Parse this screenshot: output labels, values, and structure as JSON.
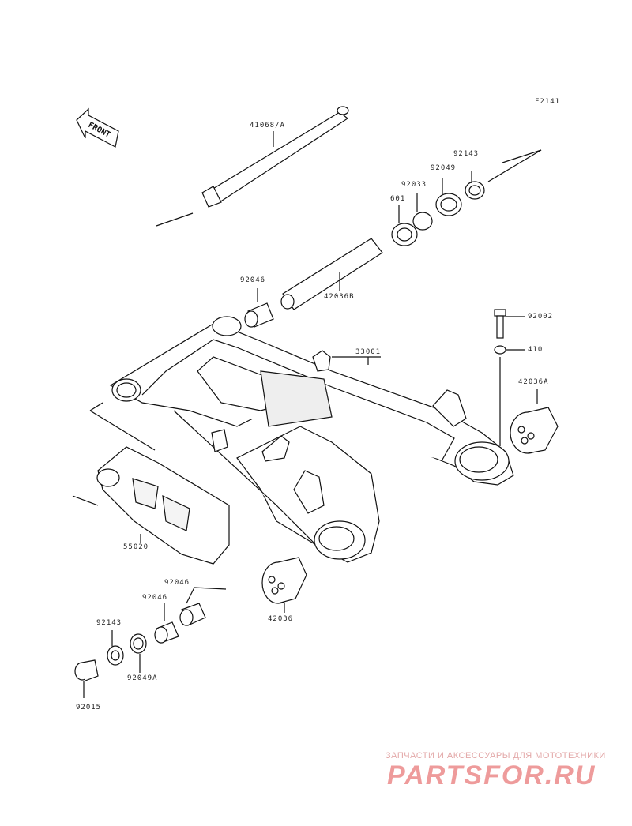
{
  "figure_code": "F2141",
  "front_arrow_text": "FRONT",
  "parts": {
    "p41068": "41068/A",
    "p92143_top": "92143",
    "p92049_top": "92049",
    "p92033": "92033",
    "p601": "601",
    "p92046_top": "92046",
    "p42036B": "42036B",
    "p92002": "92002",
    "p410": "410",
    "p33001": "33001",
    "p42036A": "42036A",
    "p55020": "55020",
    "p92046_a": "92046",
    "p92046_b": "92046",
    "p42036": "42036",
    "p92143_bot": "92143",
    "p92049A": "92049A",
    "p92015": "92015"
  },
  "watermark": {
    "caption": "ЗАПЧАСТИ И АКСЕССУАРЫ ДЛЯ МОТОТЕХНИКИ",
    "logo": "PARTSFOR.RU"
  }
}
